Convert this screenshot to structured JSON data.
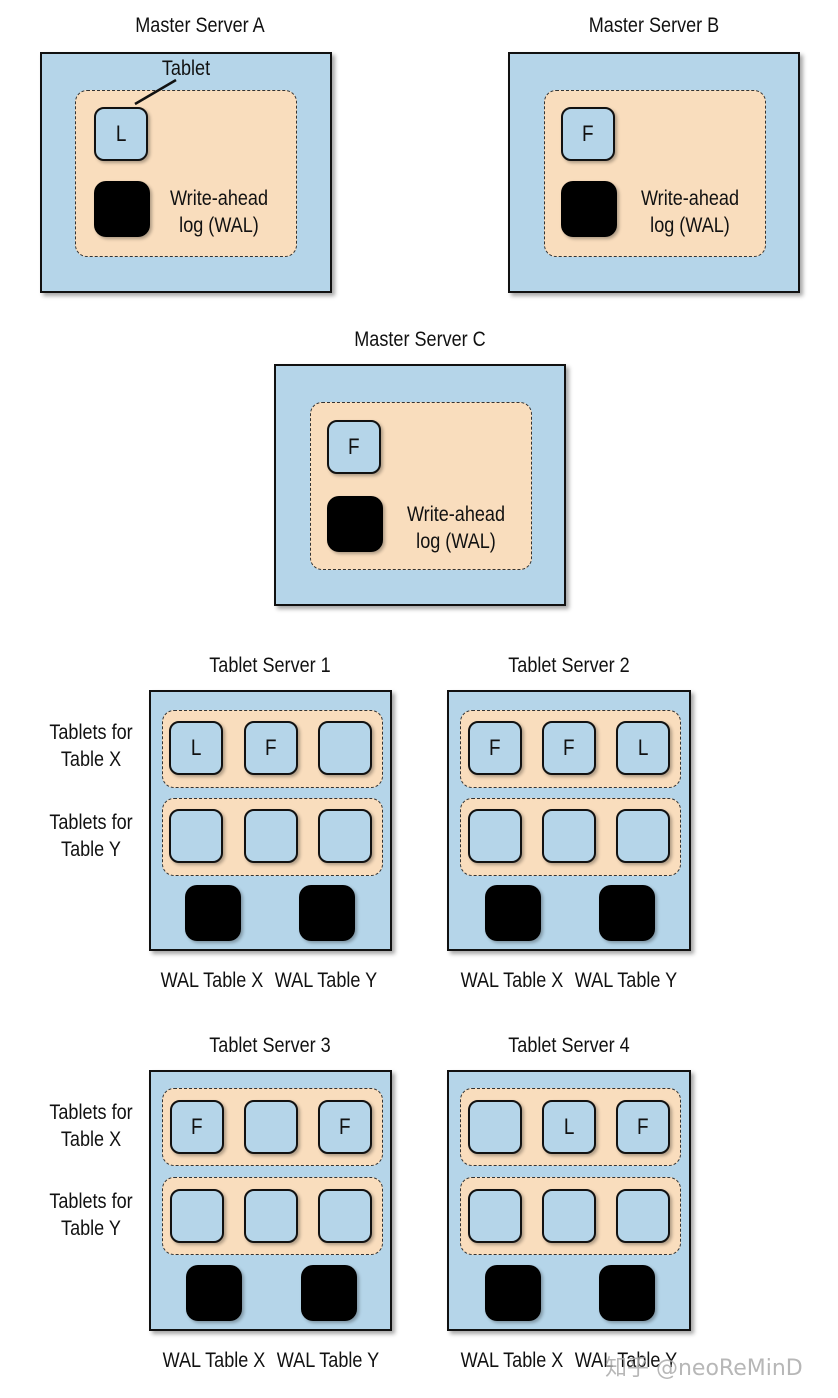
{
  "masters": [
    {
      "title": "Master Server A",
      "tablet_role": "L",
      "wal_label_line1": "Write-ahead",
      "wal_label_line2": "log (WAL)",
      "callout": "Tablet"
    },
    {
      "title": "Master Server B",
      "tablet_role": "F",
      "wal_label_line1": "Write-ahead",
      "wal_label_line2": "log (WAL)"
    },
    {
      "title": "Master Server C",
      "tablet_role": "F",
      "wal_label_line1": "Write-ahead",
      "wal_label_line2": "log (WAL)"
    }
  ],
  "row_labels": {
    "table_x_line1": "Tablets for",
    "table_x_line2": "Table X",
    "table_y_line1": "Tablets for",
    "table_y_line2": "Table Y"
  },
  "tablet_servers": [
    {
      "title": "Tablet Server 1",
      "table_x": [
        "L",
        "F",
        ""
      ],
      "table_y": [
        "",
        "",
        ""
      ],
      "wal_x": "WAL Table X",
      "wal_y": "WAL Table Y"
    },
    {
      "title": "Tablet Server 2",
      "table_x": [
        "F",
        "F",
        "L"
      ],
      "table_y": [
        "",
        "",
        ""
      ],
      "wal_x": "WAL Table X",
      "wal_y": "WAL Table Y"
    },
    {
      "title": "Tablet Server 3",
      "table_x": [
        "F",
        "",
        "F"
      ],
      "table_y": [
        "",
        "",
        ""
      ],
      "wal_x": "WAL Table X",
      "wal_y": "WAL Table Y"
    },
    {
      "title": "Tablet Server 4",
      "table_x": [
        "",
        "L",
        "F"
      ],
      "table_y": [
        "",
        "",
        ""
      ],
      "wal_x": "WAL Table X",
      "wal_y": "WAL Table Y"
    }
  ],
  "watermark": "知乎 @neoReMinD"
}
